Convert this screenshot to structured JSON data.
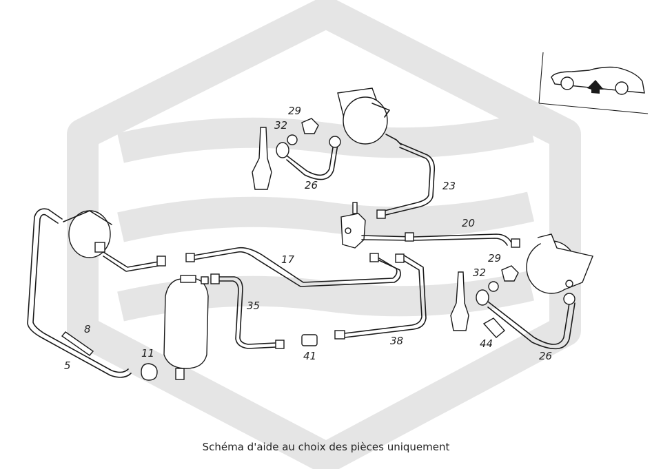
{
  "caption": "Schéma d'aide au choix des pièces uniquement",
  "colors": {
    "watermark": "#e5e5e5",
    "line": "#1a1a1a",
    "background": "#ffffff"
  },
  "icons": {
    "vehicle_orientation": "car-top-arrow-icon"
  },
  "part_labels": {
    "p29_top": "29",
    "p32_top": "32",
    "p26_top": "26",
    "p23": "23",
    "p20": "20",
    "p17": "17",
    "p35": "35",
    "p41": "41",
    "p38": "38",
    "p29_right": "29",
    "p32_right": "32",
    "p44": "44",
    "p26_right": "26",
    "p8": "8",
    "p5": "5",
    "p11": "11"
  }
}
